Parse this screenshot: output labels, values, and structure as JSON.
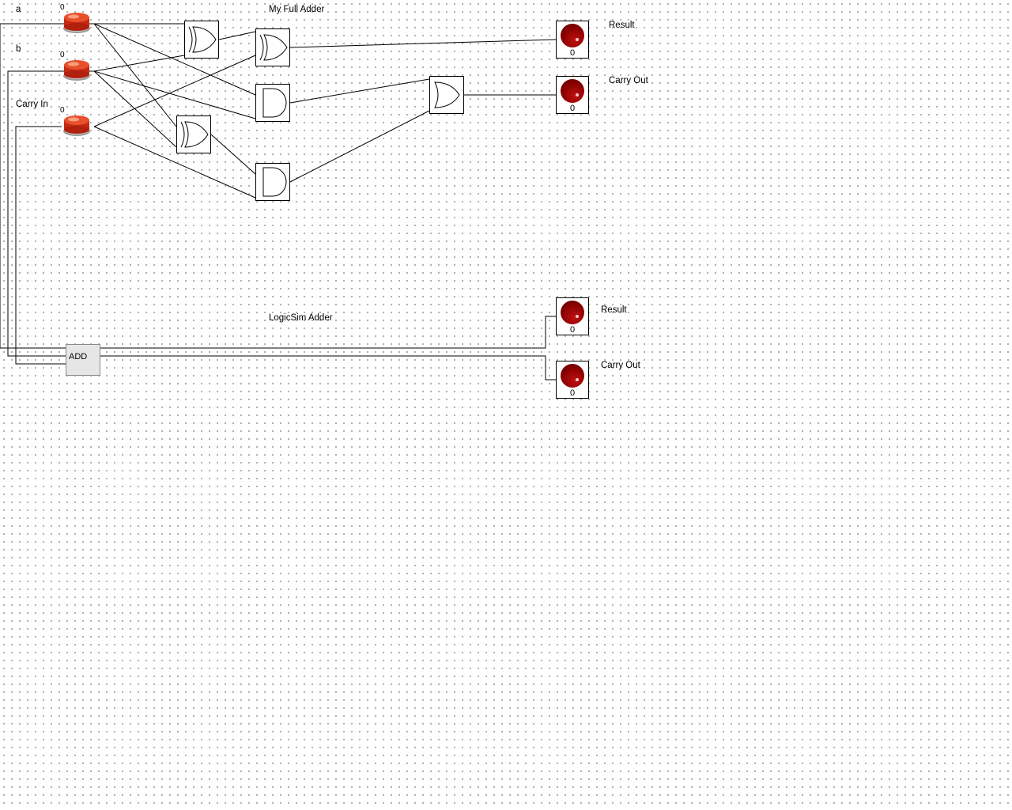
{
  "circuit": {
    "title_full_adder": "My Full Adder",
    "title_logicsim_adder": "LogicSim Adder",
    "inputs": [
      {
        "label": "a",
        "value": "0"
      },
      {
        "label": "b",
        "value": "0"
      },
      {
        "label": "Carry In",
        "value": "0"
      }
    ],
    "outputs_full_adder": [
      {
        "label": "Result",
        "value": "0"
      },
      {
        "label": "Carry Out",
        "value": "0"
      }
    ],
    "outputs_logicsim": [
      {
        "label": "Result",
        "value": "0"
      },
      {
        "label": "Carry Out",
        "value": "0"
      }
    ],
    "adder_block_label": "ADD"
  },
  "colors": {
    "wire": "#000000",
    "led_off": "#8a0000",
    "input_button": "#d8321c",
    "adder_fill": "#e6e6e6"
  }
}
